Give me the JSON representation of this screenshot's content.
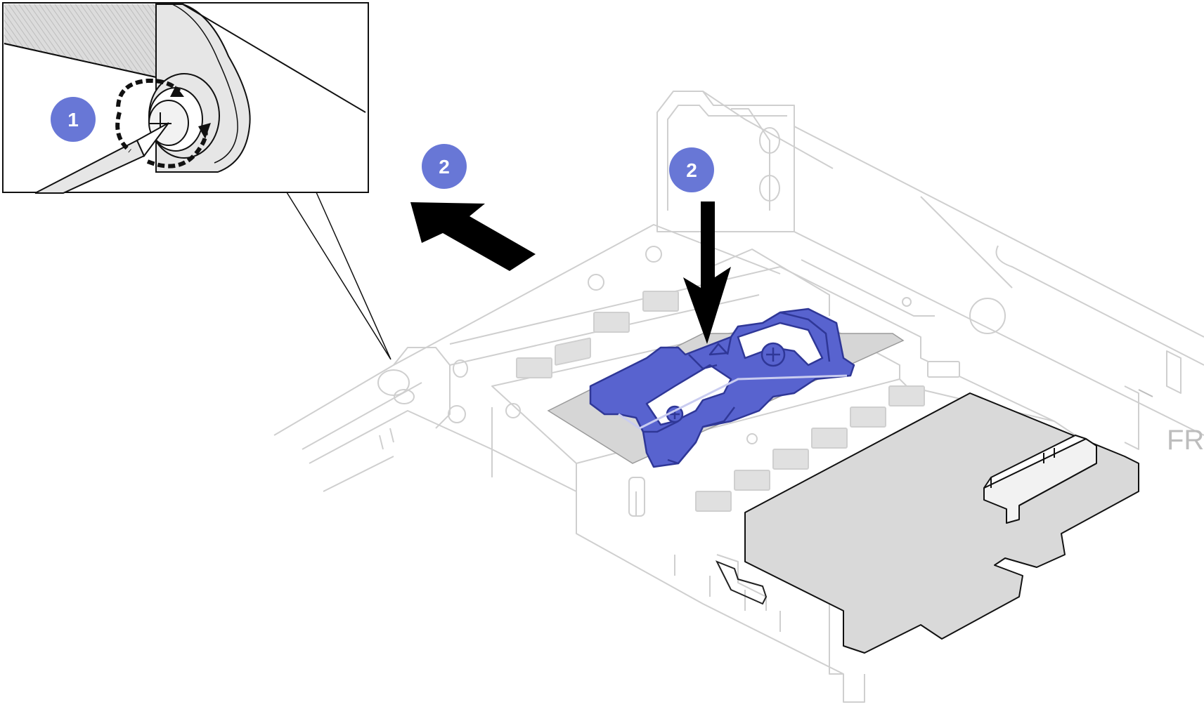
{
  "callouts": {
    "step1": "1",
    "step2_left": "2",
    "step2_right": "2"
  },
  "label_front": "FR",
  "colors": {
    "callout": "#6877d6",
    "latch": "#5863cf",
    "latch_dark": "#2f3797",
    "line_light": "#cfcfcf",
    "line_dark": "#111111",
    "board": "#d9d9d9"
  }
}
